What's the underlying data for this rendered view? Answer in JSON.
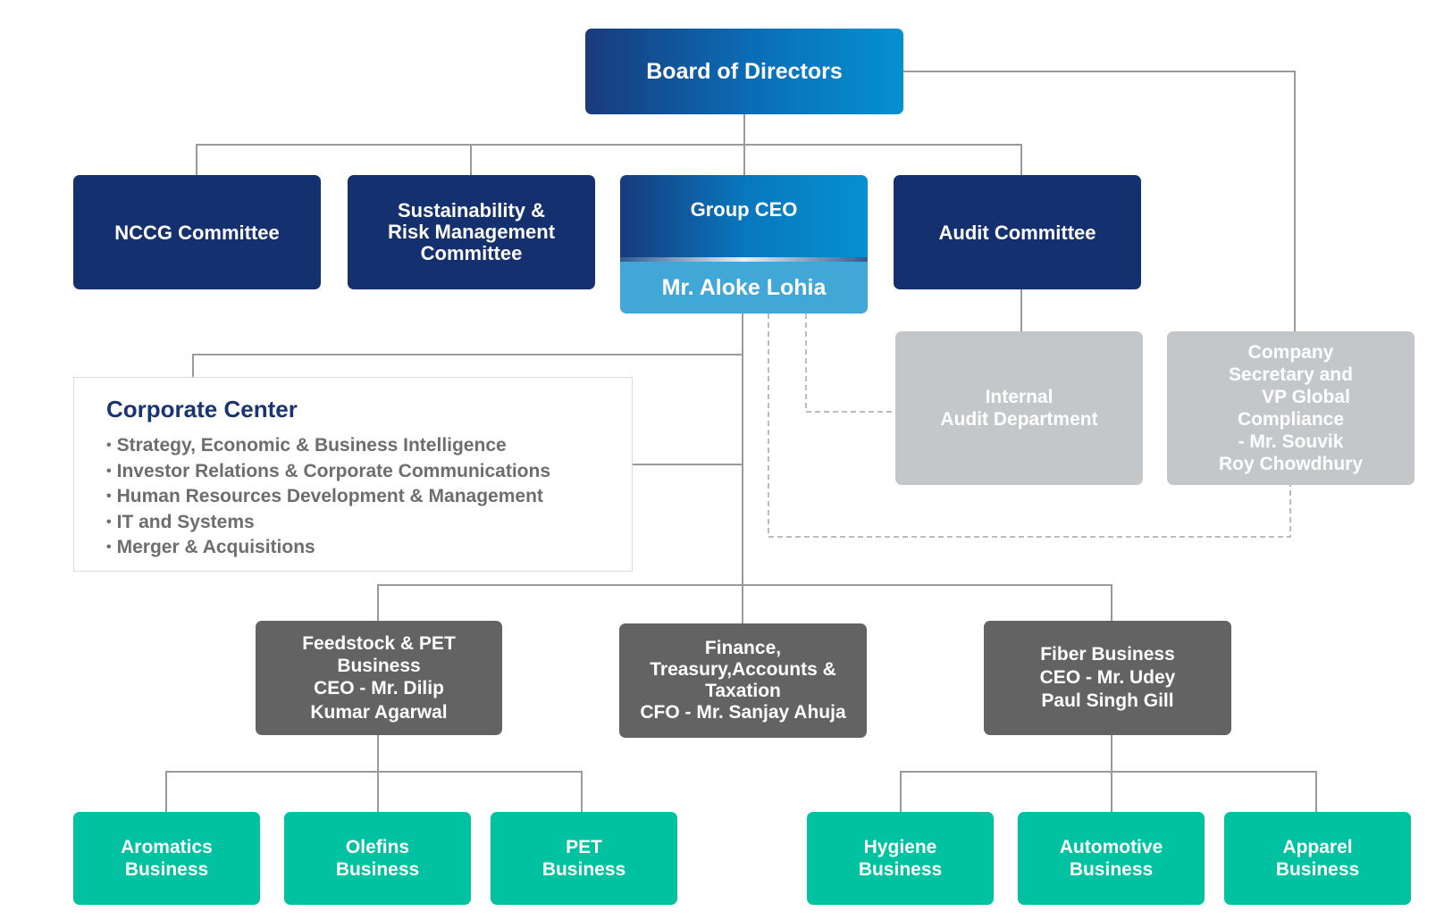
{
  "board": {
    "label": "Board of Directors"
  },
  "committees": [
    {
      "lines": [
        "NCCG Committee"
      ]
    },
    {
      "lines": [
        "Sustainability &",
        "Risk Management",
        "Committee"
      ]
    },
    {
      "lines": [
        "Audit Committee"
      ]
    }
  ],
  "ceo": {
    "title": "Group CEO",
    "name": "Mr. Aloke Lohia"
  },
  "internal_audit": {
    "lines": [
      "Internal",
      "Audit Department"
    ]
  },
  "company_secretary": {
    "lines": [
      "Company",
      "Secretary and",
      "VP Global",
      "Compliance",
      "- Mr. Souvik",
      "Roy Chowdhury"
    ]
  },
  "corporate_center": {
    "title": "Corporate Center",
    "items": [
      "Strategy, Economic & Business Intelligence",
      "Investor Relations & Corporate Communications",
      "Human Resources Development & Management",
      "IT and Systems",
      "Merger & Acquisitions"
    ]
  },
  "divisions": [
    {
      "lines": [
        "Feedstock & PET",
        "Business",
        "CEO - Mr. Dilip",
        "Kumar Agarwal"
      ]
    },
    {
      "lines": [
        "Finance,",
        "Treasury,Accounts &",
        "Taxation",
        "CFO - Mr. Sanjay Ahuja"
      ]
    },
    {
      "lines": [
        "Fiber Business",
        "CEO - Mr. Udey",
        "Paul Singh Gill"
      ]
    }
  ],
  "businesses": [
    {
      "lines": [
        "Aromatics",
        "Business"
      ]
    },
    {
      "lines": [
        "Olefins",
        "Business"
      ]
    },
    {
      "lines": [
        "PET",
        "Business"
      ]
    },
    {
      "lines": [
        "Hygiene",
        "Business"
      ]
    },
    {
      "lines": [
        "Automotive",
        "Business"
      ]
    },
    {
      "lines": [
        "Apparel",
        "Business"
      ]
    }
  ],
  "colors": {
    "navy": "#15306e",
    "ceo_name_bg": "#41a7d6",
    "grey_box": "#c4c7ca",
    "dark_box": "#636363",
    "teal_box": "#00c2a0",
    "connector": "#9a9a9a"
  }
}
